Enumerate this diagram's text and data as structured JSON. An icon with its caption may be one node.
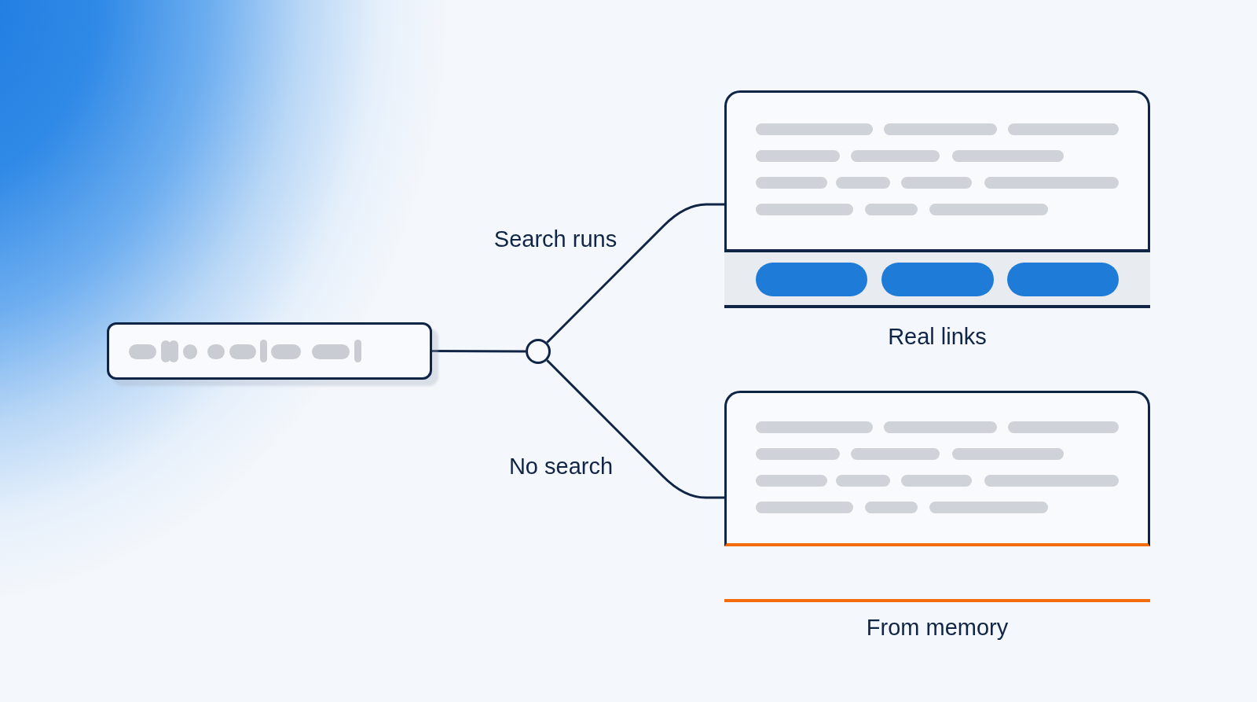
{
  "diagram": {
    "nodes": [
      {
        "text": [],
        "shape": "box"
      },
      {
        "text": [],
        "shape": "circle"
      },
      {
        "text": [],
        "shape": "box",
        "beside": [
          "Real links"
        ]
      },
      {
        "text": [],
        "shape": "box",
        "beside": [
          "From memory"
        ]
      },
      {
        "text": [],
        "shape": "bar",
        "in": 2
      },
      {
        "text": [],
        "shape": "bar",
        "in": 2
      },
      {
        "text": [],
        "shape": "bar",
        "in": 2
      }
    ],
    "edges": [
      {
        "from": 0,
        "to": 1,
        "arrow": "none"
      },
      {
        "from": 1,
        "to": 2,
        "arrow": "none",
        "label": "Search runs"
      },
      {
        "from": 1,
        "to": 3,
        "arrow": "none",
        "label": "No search"
      }
    ]
  }
}
